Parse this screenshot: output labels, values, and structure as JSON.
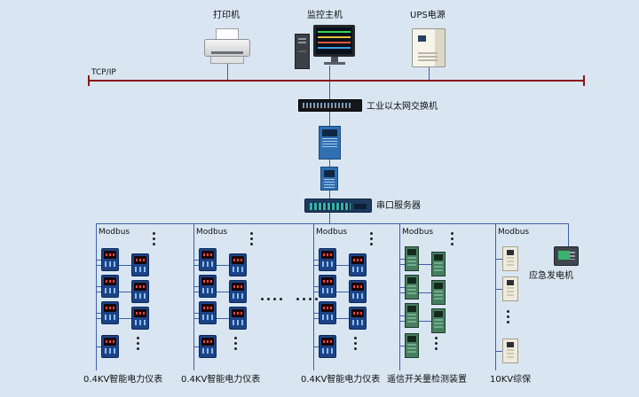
{
  "colors": {
    "background": "#d9e6f2",
    "tcpip_bus": "#8b1518",
    "wire": "#3f5fa8",
    "meter_body": "#1c4387",
    "io_body": "#477e5f",
    "protection_body": "#efeadc"
  },
  "tcpip_label": "TCP/IP",
  "top_devices": {
    "printer": "打印机",
    "host": "监控主机",
    "ups": "UPS电源"
  },
  "chain": {
    "switch_label": "工业以太网交换机",
    "serial_server_label": "串口服务器"
  },
  "branches": [
    {
      "bus_label": "Modbus",
      "device_label": "0.4KV智能电力仪表"
    },
    {
      "bus_label": "Modbus",
      "device_label": "0.4KV智能电力仪表"
    },
    {
      "bus_label": "Modbus",
      "device_label": "0.4KV智能电力仪表"
    },
    {
      "bus_label": "Modbus",
      "device_label": "遥信开关量检测装置"
    },
    {
      "bus_label": "Modbus",
      "device_label": "10KV综保"
    }
  ],
  "generator_label": "应急发电机",
  "icons": {
    "printer": "printer-icon",
    "host": "computer-icon",
    "ups": "ups-icon",
    "switch": "ethernet-switch-icon",
    "converter": "din-rail-switch-icon",
    "serial_server": "serial-server-icon",
    "meter": "power-meter-icon",
    "io": "io-module-icon",
    "protection": "protection-relay-icon",
    "generator": "generator-controller-icon"
  }
}
